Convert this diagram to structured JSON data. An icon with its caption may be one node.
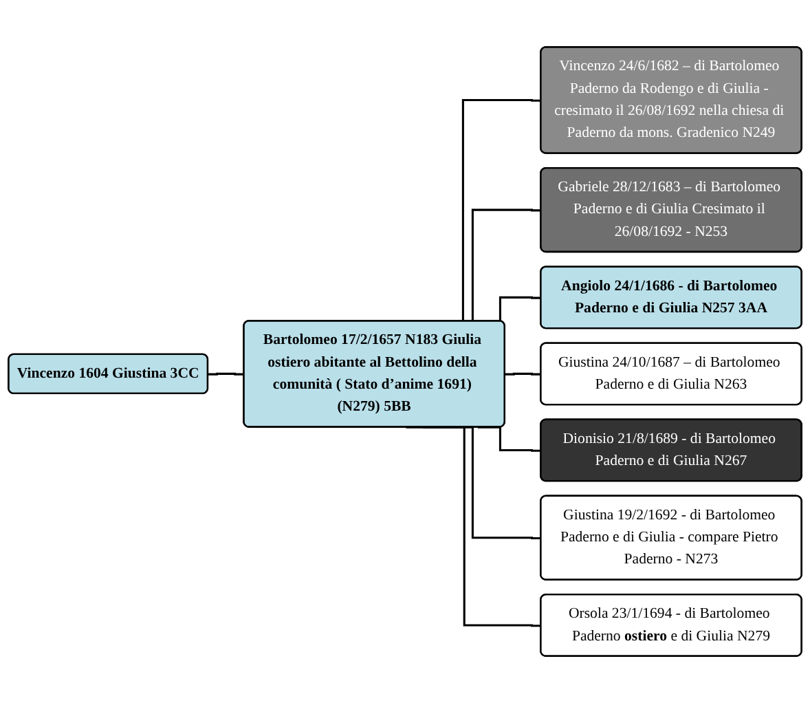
{
  "diagram": {
    "nodes": [
      {
        "text": [
          "Vincenzo 1604 Giustina 3CC"
        ]
      },
      {
        "text": [
          "Bartolomeo 17/2/1657 N183 Giulia ostiero abitante al Bettolino della comunità ( Stato d’anime 1691) (N279) 5BB"
        ]
      },
      {
        "text": [
          "Vincenzo 24/6/1682 – di Bartolomeo Paderno da Rodengo e di Giulia - cresimato il 26/08/1692 nella chiesa di Paderno da mons. Gradenico N249"
        ]
      },
      {
        "text": [
          "Gabriele 28/12/1683 – di Bartolomeo Paderno e di Giulia Cresimato il 26/08/1692 - N253"
        ]
      },
      {
        "text": [
          "Angiolo 24/1/1686 - di Bartolomeo Paderno e di Giulia N257 3AA"
        ]
      },
      {
        "text": [
          "Giustina 24/10/1687 – di Bartolomeo Paderno e di Giulia N263"
        ]
      },
      {
        "text": [
          "Dionisio 21/8/1689 - di Bartolomeo Paderno e di Giulia N267"
        ]
      },
      {
        "text": [
          "Giustina 19/2/1692 - di Bartolomeo Paderno e di Giulia - compare Pietro Paderno - N273"
        ]
      },
      {
        "text": [
          "Orsola 23/1/1694 - di Bartolomeo Paderno **ostiero** e di Giulia N279"
        ]
      }
    ],
    "edges": [
      {
        "from": 0,
        "to": 1,
        "arrow": "none"
      },
      {
        "from": 1,
        "to": 2,
        "arrow": "none"
      },
      {
        "from": 1,
        "to": 3,
        "arrow": "none"
      },
      {
        "from": 1,
        "to": 4,
        "arrow": "none"
      },
      {
        "from": 1,
        "to": 5,
        "arrow": "none"
      },
      {
        "from": 1,
        "to": 6,
        "arrow": "none"
      },
      {
        "from": 1,
        "to": 7,
        "arrow": "none"
      },
      {
        "from": 1,
        "to": 8,
        "arrow": "none"
      }
    ]
  }
}
